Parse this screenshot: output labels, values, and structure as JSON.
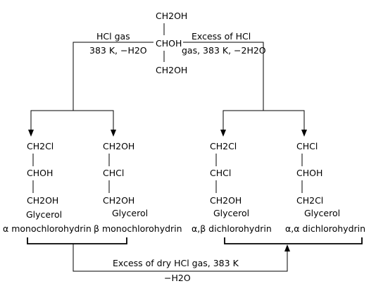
{
  "glycerol": {
    "c1": "CH2OH",
    "c2": "CHOH",
    "c3": "CH2OH"
  },
  "conditions": {
    "left_reagent": "HCl gas",
    "left_conditions": "383 K, −H2O",
    "right_reagent": "Excess of HCl",
    "right_conditions": "gas, 383 K, −2H2O",
    "bottom_reagent": "Excess of dry HCl gas, 383 K",
    "bottom_byproduct": "−H2O"
  },
  "products": [
    {
      "c1": "CH2Cl",
      "c2": "CHOH",
      "c3": "CH2OH",
      "name1": "Glycerol",
      "name2": "α monochlorohydrin"
    },
    {
      "c1": "CH2OH",
      "c2": "CHCl",
      "c3": "CH2OH",
      "name1": "Glycerol",
      "name2": "β monochlorohydrin"
    },
    {
      "c1": "CH2Cl",
      "c2": "CHCl",
      "c3": "CH2OH",
      "name1": "Glycerol",
      "name2": "α,β dichlorohydrin"
    },
    {
      "c1": "CHCl",
      "c2": "CHOH",
      "c3": "CH2Cl",
      "name1": "Glycerol",
      "name2": "α,α dichlorohydrin"
    }
  ]
}
